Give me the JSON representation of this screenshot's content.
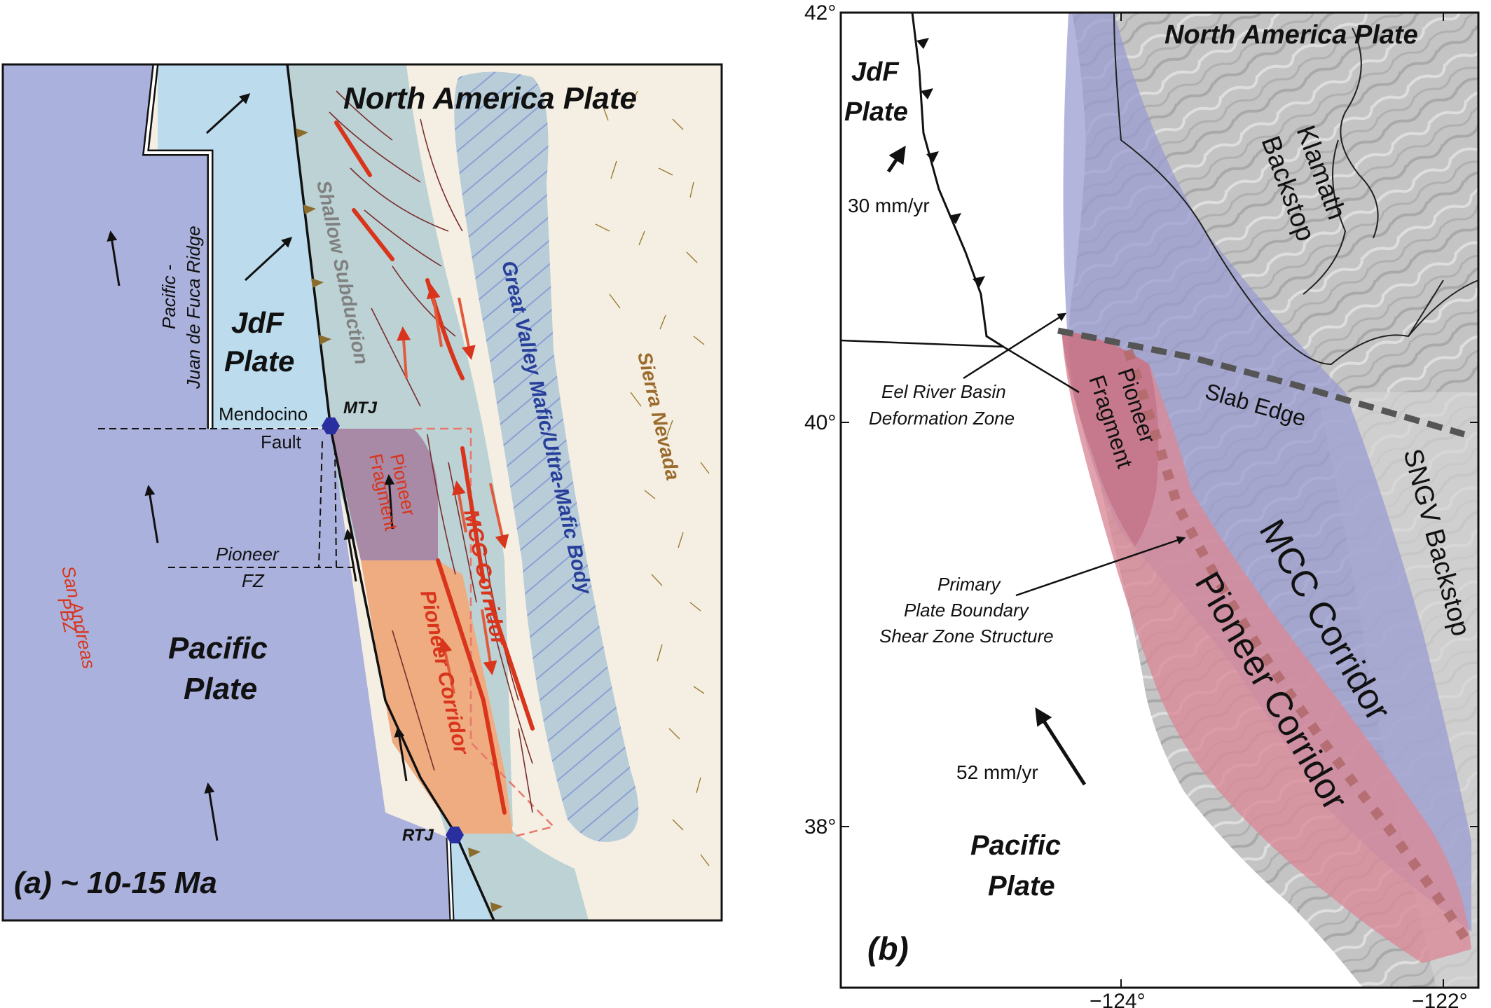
{
  "panel_a": {
    "label": "(a) ~ 10-15 Ma",
    "plates": {
      "north_america": "North America Plate",
      "jdf_line1": "JdF",
      "jdf_line2": "Plate",
      "pacific_line1": "Pacific",
      "pacific_line2": "Plate"
    },
    "labels": {
      "ridge_line1": "Pacific -",
      "ridge_line2": "Juan de Fuca Ridge",
      "shallow_subduction": "Shallow Subduction",
      "great_valley": "Great Valley Mafic/Ultra-Mafic Body",
      "sierra_nevada": "Sierra Nevada",
      "mtj": "MTJ",
      "rtj": "RTJ",
      "mendocino_line1": "Mendocino",
      "mendocino_line2": "Fault",
      "pioneer_fz_line1": "Pioneer",
      "pioneer_fz_line2": "FZ",
      "san_andreas_line1": "San Andreas",
      "san_andreas_line2": "PBZ",
      "pioneer_fragment_line1": "Pioneer",
      "pioneer_fragment_line2": "Fragment",
      "mcc_corridor": "MCC Corridor",
      "pioneer_corridor": "Pioneer Corridor"
    },
    "colors": {
      "pacific_plate": "#aab1dc",
      "jdf_plate": "#bcdcee",
      "north_america": "#f5efe3",
      "accretionary": "#bcd2d5",
      "great_valley": "#b8cdd8",
      "pioneer_fragment": "#a889a6",
      "pioneer_corridor": "#eeac80",
      "fault_red": "#d9341c",
      "triple_junction": "#2a2fa0"
    }
  },
  "panel_b": {
    "label": "(b)",
    "axis": {
      "lat_ticks": [
        "42°",
        "40°",
        "38°"
      ],
      "lon_ticks": [
        "−124°",
        "−122°"
      ]
    },
    "plates": {
      "north_america": "North America Plate",
      "jdf_line1": "JdF",
      "jdf_line2": "Plate",
      "pacific_line1": "Pacific",
      "pacific_line2": "Plate"
    },
    "rates": {
      "jdf": "30 mm/yr",
      "pacific": "52 mm/yr"
    },
    "labels": {
      "klamath_line1": "Klamath",
      "klamath_line2": "Backstop",
      "sngv": "SNGV Backstop",
      "slab_edge": "Slab Edge",
      "pioneer_fragment_line1": "Pioneer",
      "pioneer_fragment_line2": "Fragment",
      "mcc_corridor": "MCC Corridor",
      "pioneer_corridor": "Pioneer Corridor",
      "eel_line1": "Eel River Basin",
      "eel_line2": "Deformation Zone",
      "primary_line1": "Primary",
      "primary_line2": "Plate Boundary",
      "primary_line3": "Shear Zone Structure"
    },
    "colors": {
      "ocean": "#ffffff",
      "land": "#c9c9c9",
      "mcc_corridor": "#9a9cd0",
      "pioneer_corridor": "#d98a98",
      "slab_edge": "#555555",
      "primary_boundary": "#b06a6a"
    }
  }
}
